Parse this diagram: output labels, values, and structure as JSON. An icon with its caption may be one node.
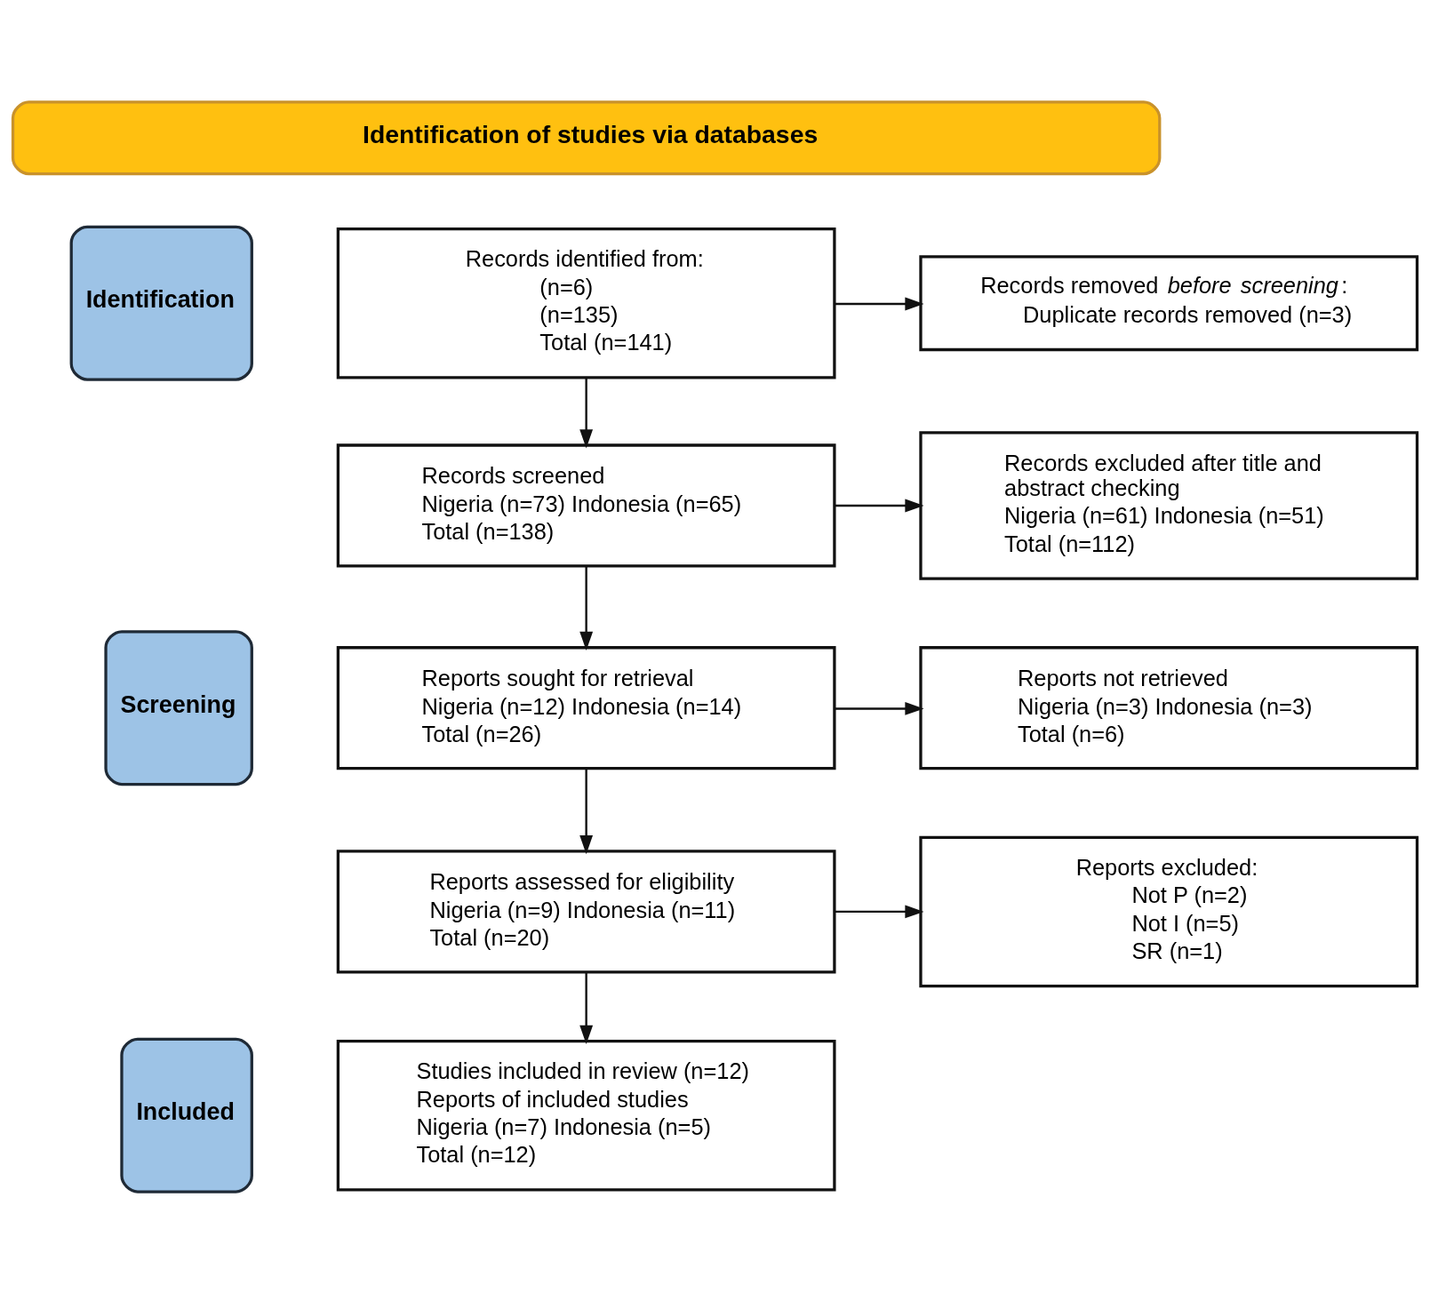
{
  "diagram": {
    "nodes": [
      {
        "text": [
          "Identification of studies via databases"
        ]
      },
      {
        "text": [
          "Identification"
        ]
      },
      {
        "text": [
          "Records identified from:",
          "(n=6)",
          "(n=135)",
          "Total (n=141)"
        ]
      },
      {
        "text": [
          "Records removed *before screening*:",
          "Duplicate records removed (n=3)"
        ]
      },
      {
        "text": [
          "Screening"
        ]
      },
      {
        "text": [
          "Records screened",
          "Nigeria (n=73) Indonesia (n=65)",
          "Total (n=138)"
        ]
      },
      {
        "text": [
          "Records excluded after title and abstract checking",
          "Nigeria (n=61) Indonesia (n=51)",
          "Total (n=112)"
        ]
      },
      {
        "text": [
          "Reports sought for retrieval",
          "Nigeria (n=12) Indonesia (n=14)",
          "Total (n=26)"
        ]
      },
      {
        "text": [
          "Reports not retrieved",
          "Nigeria (n=3) Indonesia (n=3)",
          "Total (n=6)"
        ]
      },
      {
        "text": [
          "Reports assessed for eligibility",
          "Nigeria (n=9) Indonesia (n=11)",
          "Total (n=20)"
        ]
      },
      {
        "text": [
          "Reports excluded:",
          "Not P (n=2)",
          "Not I (n=5)",
          "SR (n=1)"
        ]
      },
      {
        "text": [
          "Included"
        ]
      },
      {
        "text": [
          "Studies included in review (n=12)",
          "Reports of included studies",
          "Nigeria (n=7) Indonesia (n=5)",
          "Total (n=12)"
        ]
      }
    ],
    "edges": [
      {
        "from": 2,
        "to": 5,
        "arrow": "to"
      },
      {
        "from": 2,
        "to": 3,
        "arrow": "to"
      },
      {
        "from": 5,
        "to": 7,
        "arrow": "to"
      },
      {
        "from": 5,
        "to": 6,
        "arrow": "to"
      },
      {
        "from": 7,
        "to": 9,
        "arrow": "to"
      },
      {
        "from": 7,
        "to": 8,
        "arrow": "to"
      },
      {
        "from": 9,
        "to": 12,
        "arrow": "to"
      },
      {
        "from": 9,
        "to": 10,
        "arrow": "to"
      }
    ]
  }
}
